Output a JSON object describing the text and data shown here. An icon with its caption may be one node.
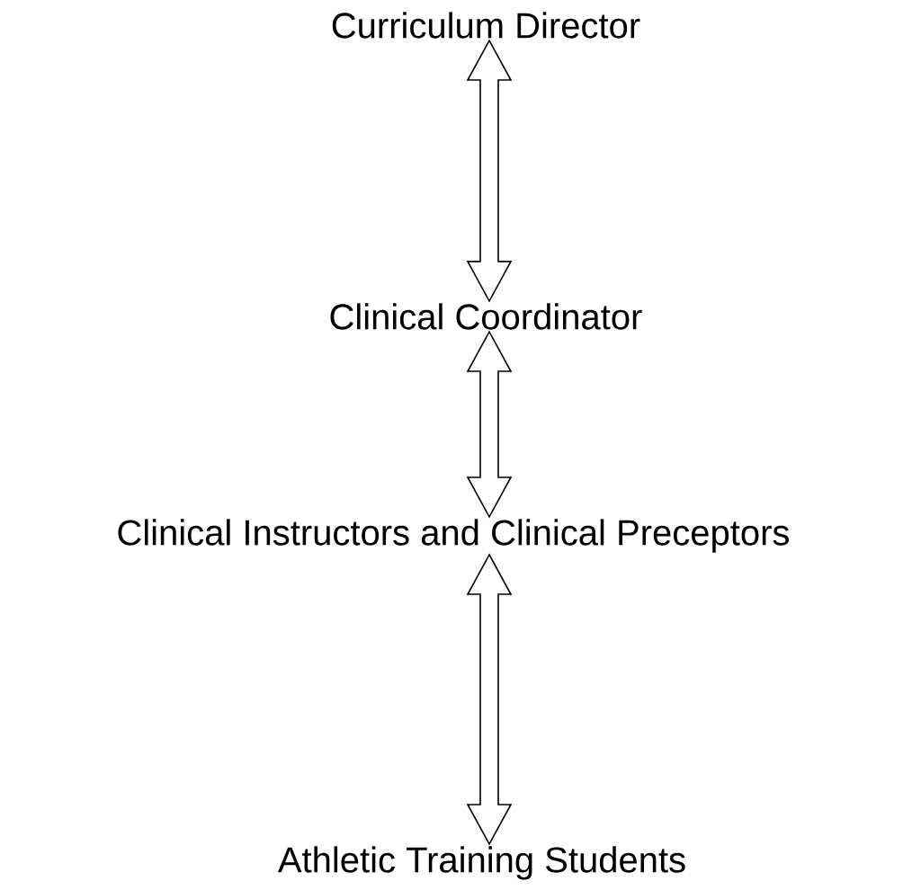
{
  "diagram": {
    "nodes": [
      {
        "text": [
          "Curriculum Director"
        ]
      },
      {
        "text": [
          "Clinical Coordinator"
        ]
      },
      {
        "text": [
          "Clinical Instructors and Clinical Preceptors"
        ]
      },
      {
        "text": [
          "Athletic Training Students"
        ]
      }
    ],
    "edges": [
      {
        "from": 0,
        "to": 1,
        "arrow": "both"
      },
      {
        "from": 1,
        "to": 2,
        "arrow": "both"
      },
      {
        "from": 2,
        "to": 3,
        "arrow": "both"
      }
    ]
  }
}
